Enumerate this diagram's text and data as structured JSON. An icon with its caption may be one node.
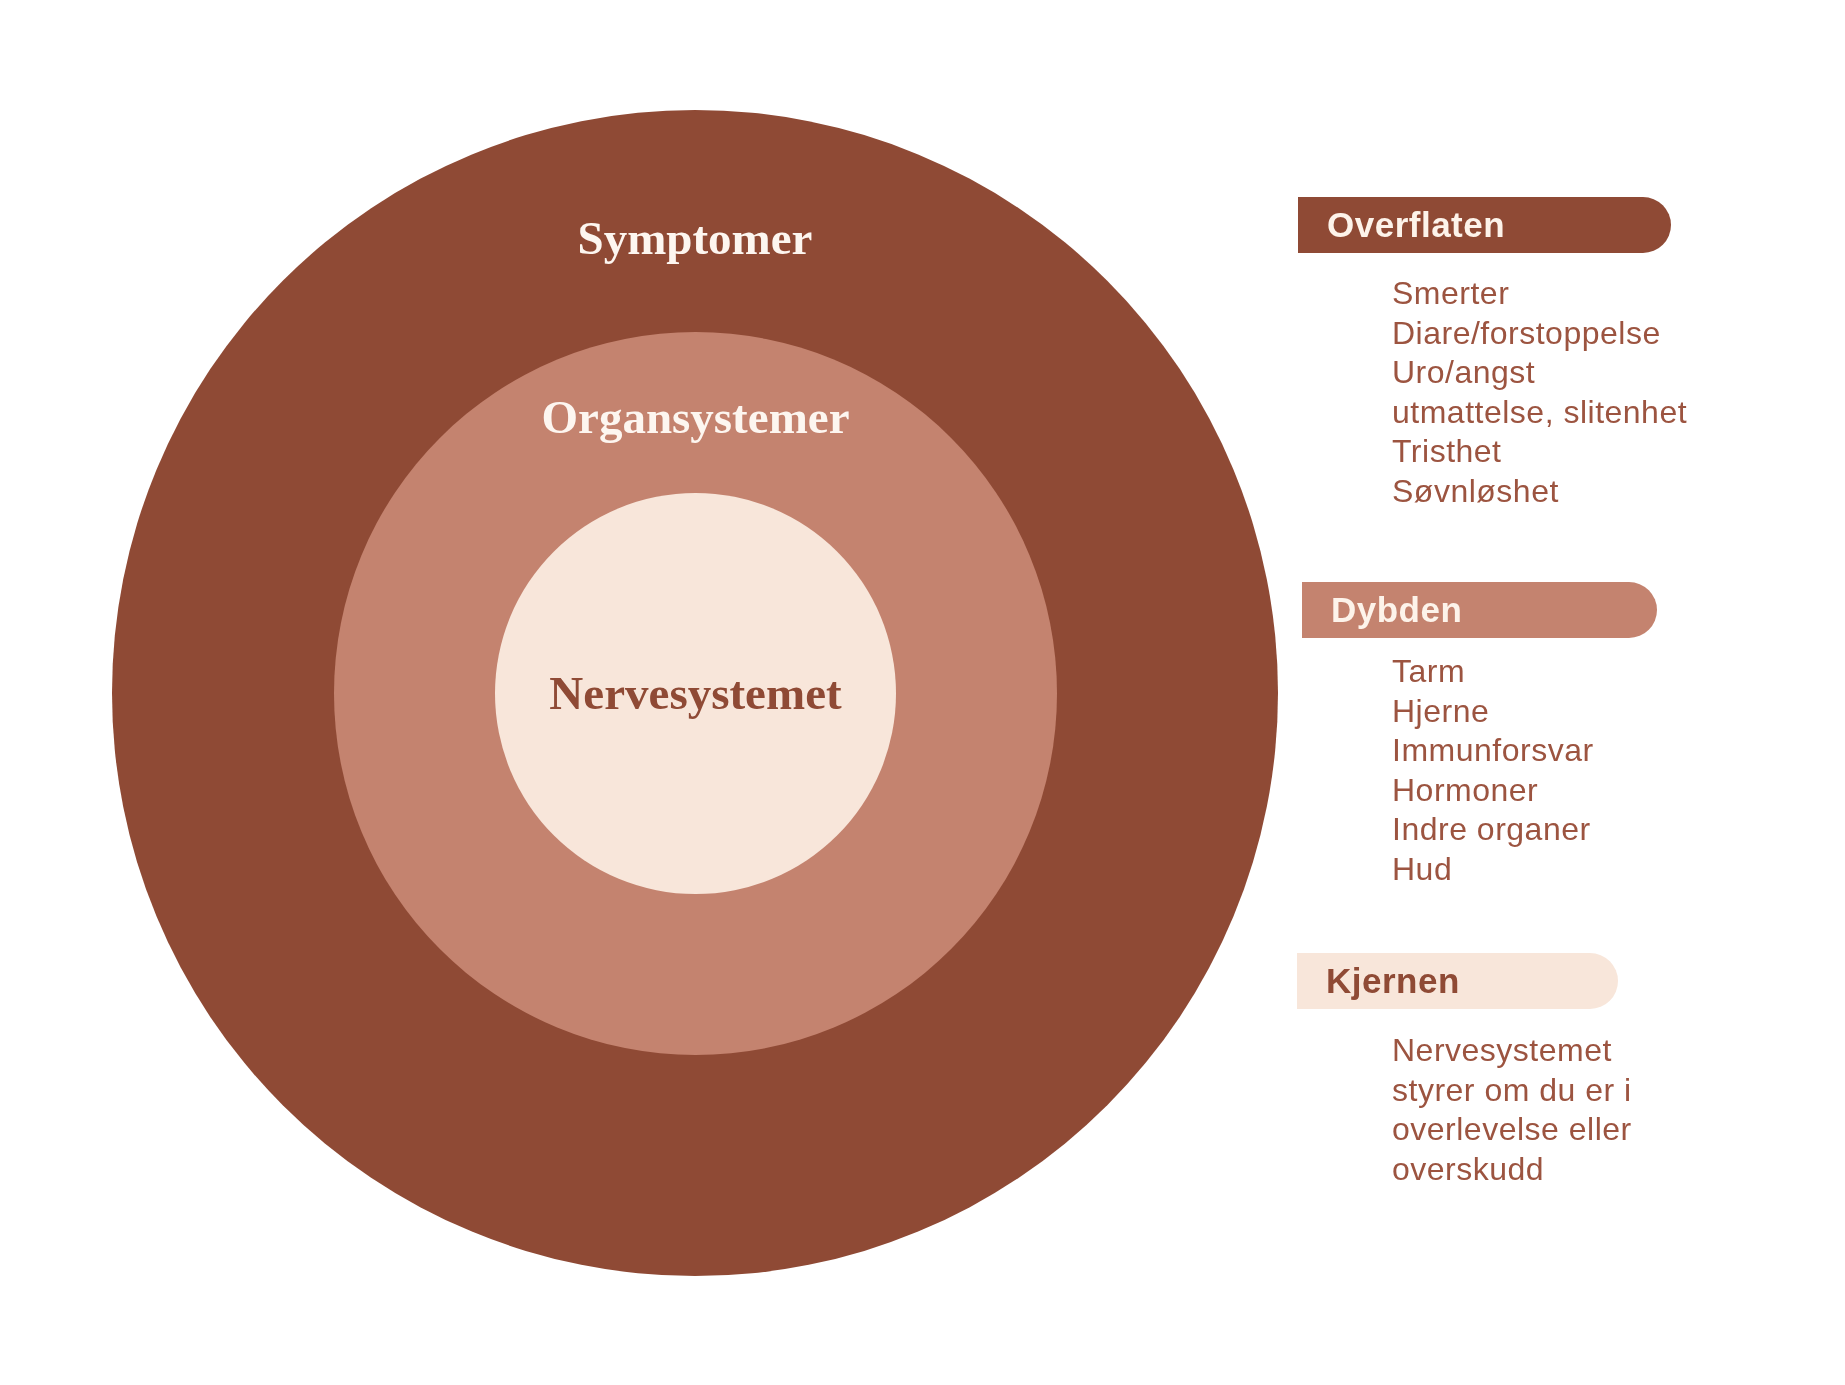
{
  "diagram": {
    "nodes": [
      {
        "text": [
          "Symptomer"
        ]
      },
      {
        "text": [
          "Organsystemer"
        ],
        "in": 0
      },
      {
        "text": [
          "Nervesystemet"
        ],
        "in": 1
      },
      {
        "text": [
          "Overflaten"
        ],
        "beside": [
          "Smerter",
          "Diare/forstoppelse",
          "Uro/angst",
          "utmattelse, slitenhet",
          "Tristhet",
          "Søvnløshet"
        ]
      },
      {
        "text": [
          "Dybden"
        ],
        "beside": [
          "Tarm",
          "Hjerne",
          "Immunforsvar",
          "Hormoner",
          "Indre organer",
          "Hud"
        ]
      },
      {
        "text": [
          "Kjernen"
        ],
        "beside": [
          "Nervesystemet styrer om du er i overlevelse eller overskudd"
        ]
      }
    ]
  }
}
